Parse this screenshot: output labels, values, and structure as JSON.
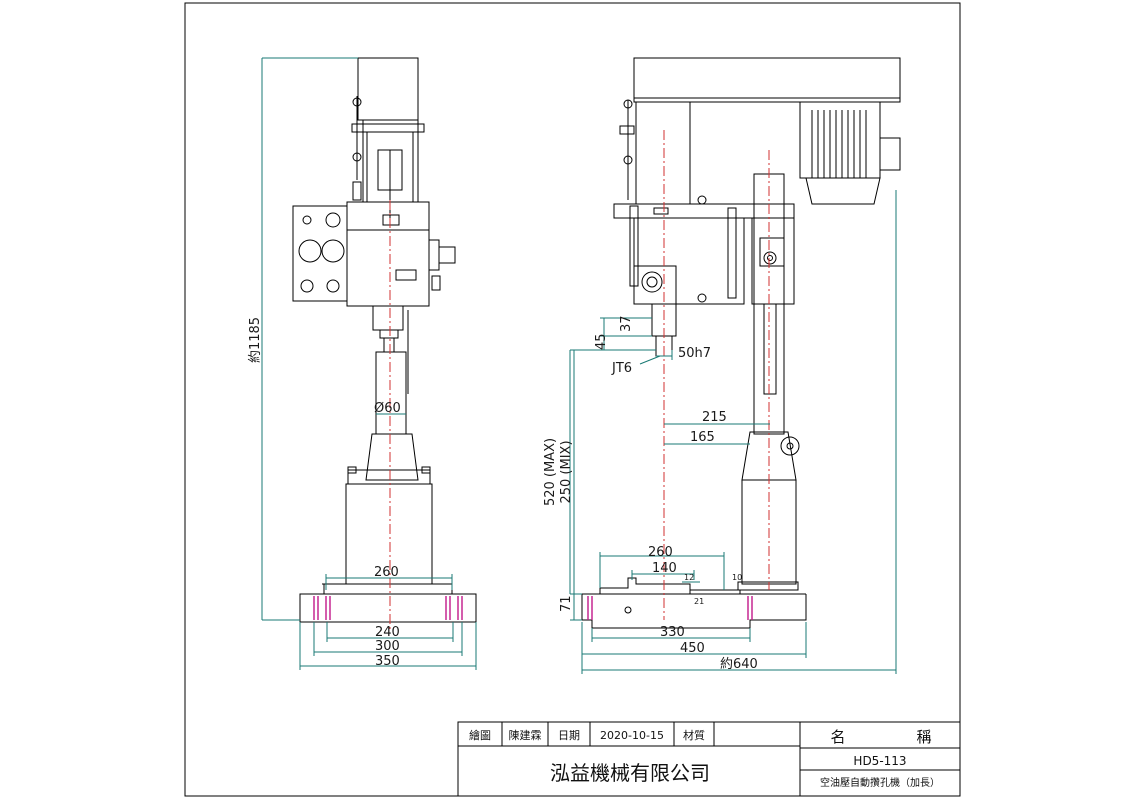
{
  "dimensions": {
    "total_height": "約1185",
    "column_dia": "Ø60",
    "table_260_front": "260",
    "base_240": "240",
    "base_300": "300",
    "base_350": "350",
    "d37": "37",
    "d45": "45",
    "spindle": "50h7",
    "taper": "JT6",
    "stroke_max": "520 (MAX)",
    "stroke_min": "250 (MIX)",
    "reach_215": "215",
    "reach_165": "165",
    "table_260_side": "260",
    "slot_140": "140",
    "slot_12": "12",
    "slot_10": "10",
    "slot_21": "21",
    "base_71": "71",
    "base_330": "330",
    "base_450": "450",
    "total_depth": "約640"
  },
  "title_block": {
    "draw_label": "繪圖",
    "drafter": "陳建霖",
    "date_label": "日期",
    "date": "2020-10-15",
    "material_label": "材質",
    "name_label_1": "名",
    "name_label_2": "稱",
    "company": "泓益機械有限公司",
    "model": "HD5-113",
    "description": "空油壓自動攢孔機（加長）"
  }
}
